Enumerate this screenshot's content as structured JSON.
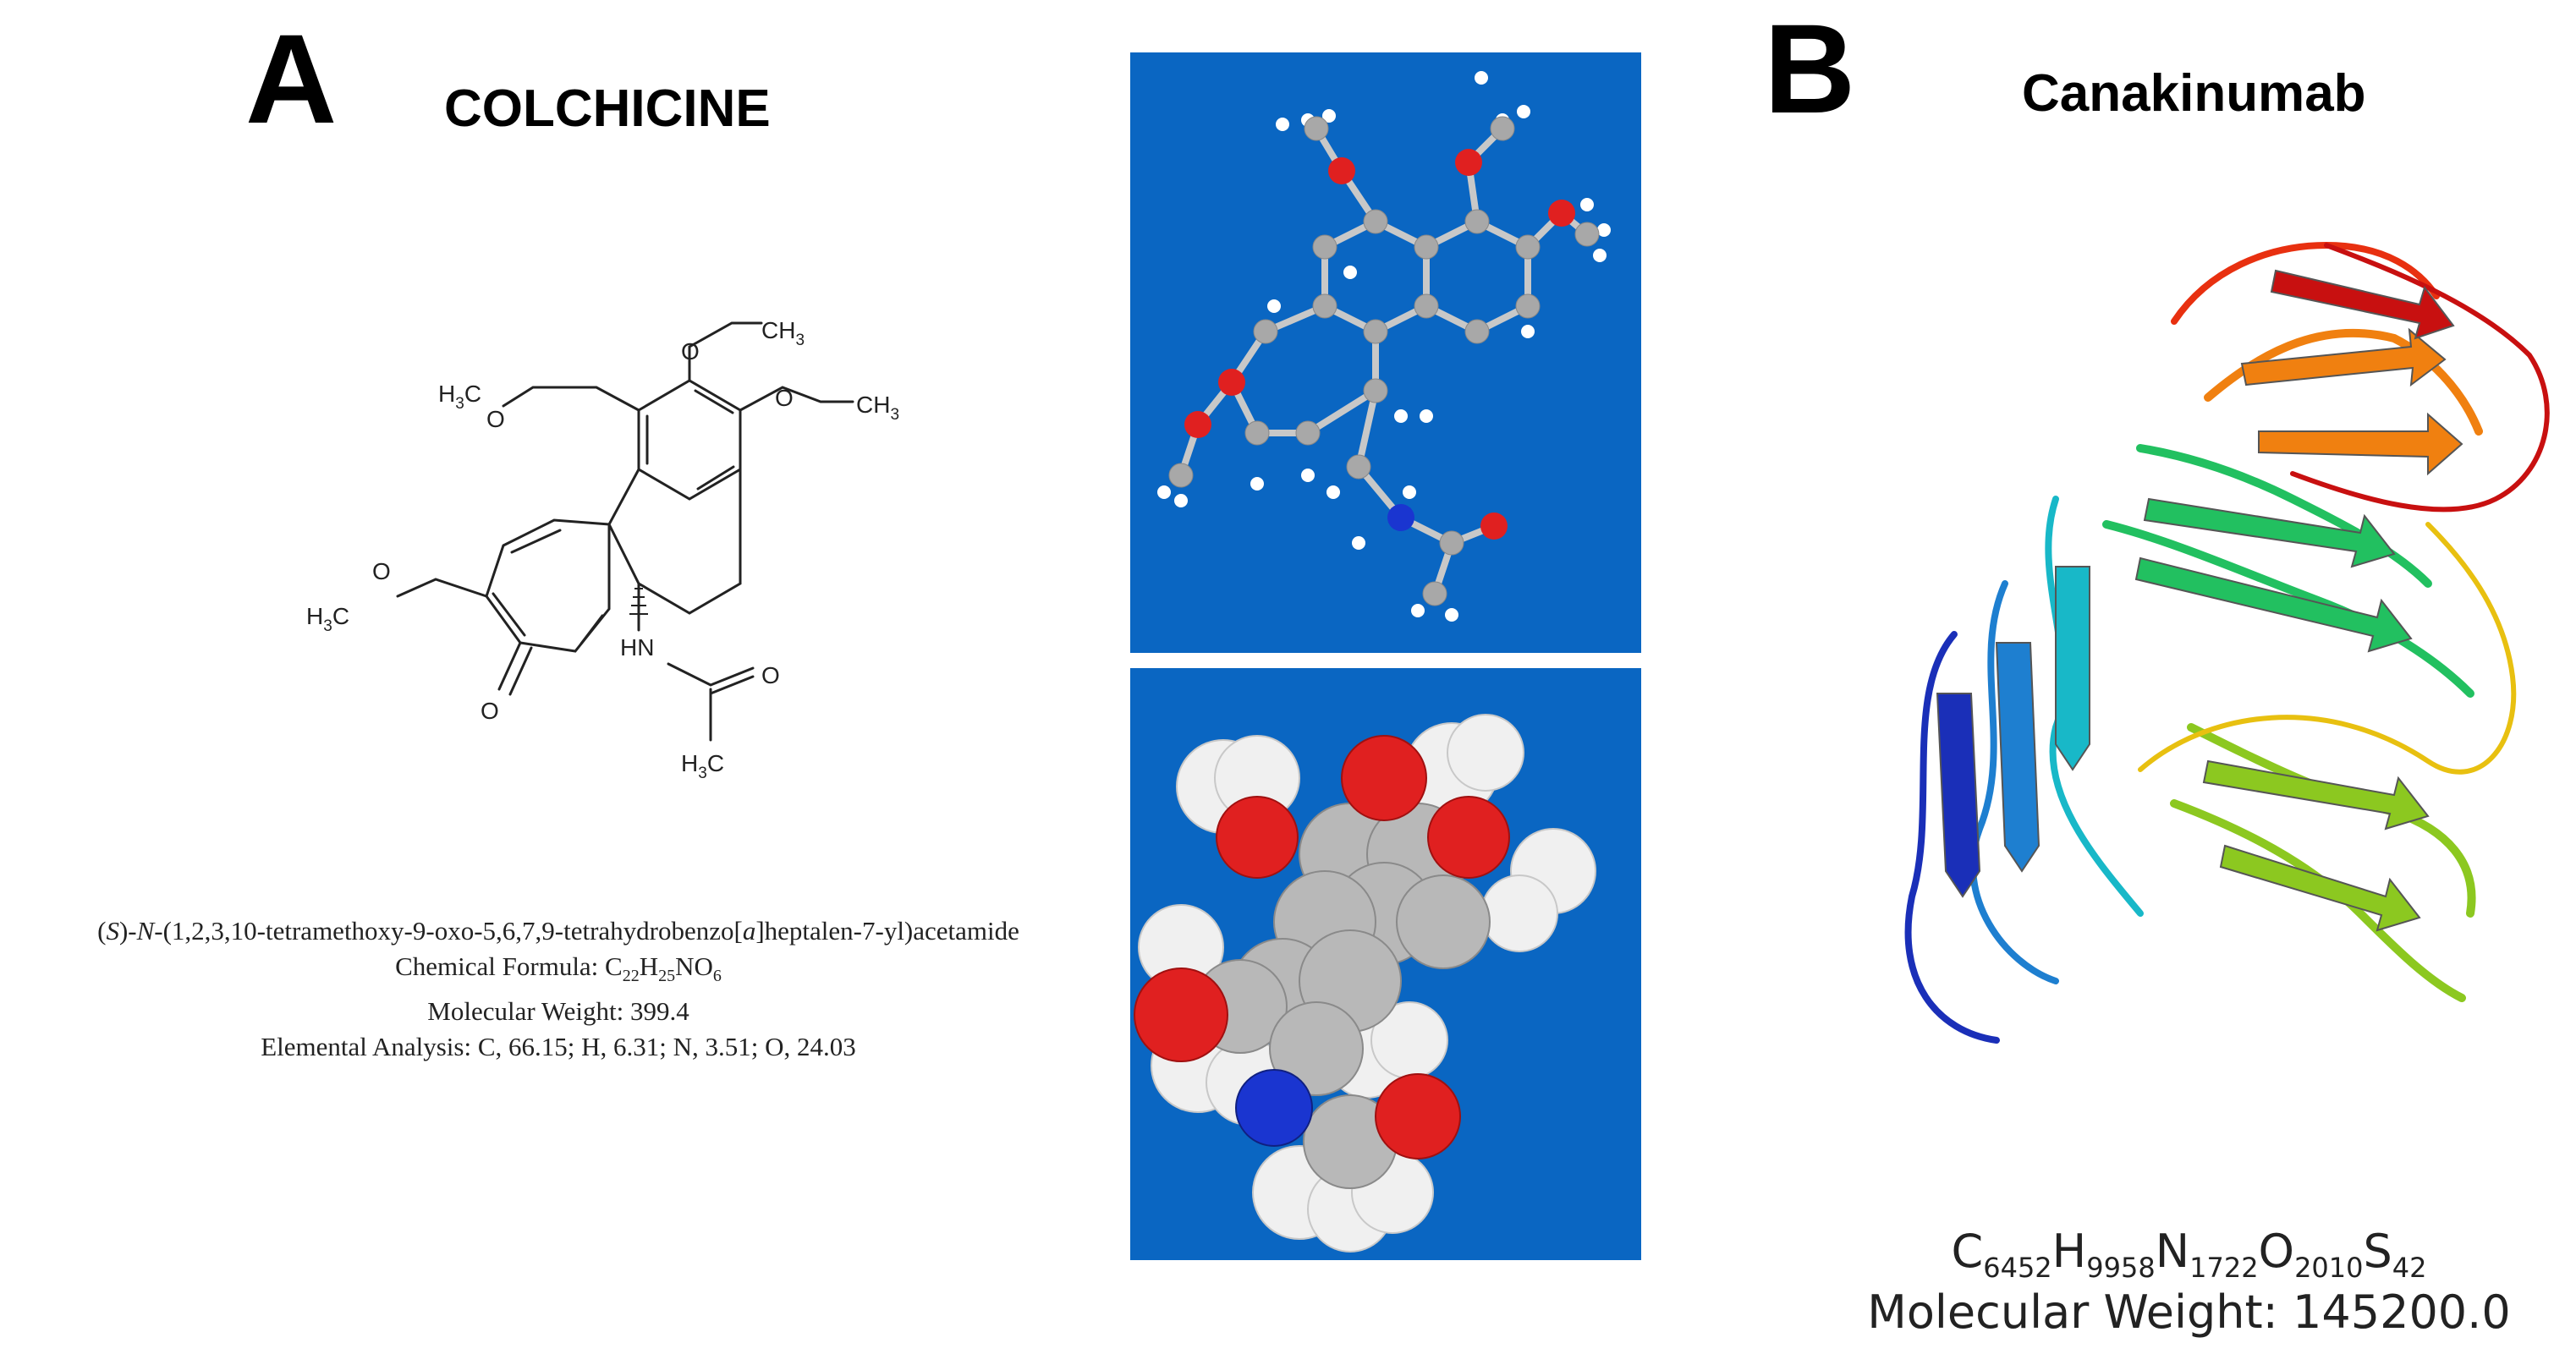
{
  "panel_a": {
    "letter": "A",
    "title": "COLCHICINE",
    "iupac_prefix_italic_s": "S",
    "iupac_prefix_italic_n": "N",
    "iupac_part1": "(",
    "iupac_part2": ")-",
    "iupac_part3": "-(1,2,3,10-tetramethoxy-9-oxo-5,6,7,9-tetrahydrobenzo[",
    "iupac_italic_a": "a",
    "iupac_part4": "]heptalen-7-yl)acetamide",
    "formula_label": "Chemical Formula: C",
    "formula_c": "22",
    "formula_h_letter": "H",
    "formula_h": "25",
    "formula_no": "NO",
    "formula_o": "6",
    "molecular_weight": "Molecular Weight: 399.4",
    "elemental_analysis": "Elemental Analysis: C, 66.15; H, 6.31; N, 3.51; O, 24.03",
    "structure_labels": {
      "ch3_top": "CH",
      "ch3_top_sub": "3",
      "ch3_right": "CH",
      "ch3_right_sub": "3",
      "h3c_left": "H",
      "h3c_left_sub": "3",
      "h3c_left_c": "C",
      "h3c_mid": "H",
      "h3c_mid_sub": "3",
      "h3c_mid_c": "C",
      "h3c_bottom": "H",
      "h3c_bottom_sub": "3",
      "h3c_bottom_c": "C",
      "o1": "O",
      "o2": "O",
      "o3": "O",
      "o4": "O",
      "o_ketone": "O",
      "o_amide": "O",
      "hn": "HN"
    }
  },
  "panel_b": {
    "letter": "B",
    "title": "Canakinumab",
    "formula_c": "C",
    "formula_c_sub": "6452",
    "formula_h": "H",
    "formula_h_sub": "9958",
    "formula_n": "N",
    "formula_n_sub": "1722",
    "formula_o": "O",
    "formula_o_sub": "2010",
    "formula_s": "S",
    "formula_s_sub": "42",
    "molecular_weight": "Molecular Weight: 145200.0"
  },
  "colors": {
    "model_background": "#0a66c2",
    "carbon": "#a8a8a8",
    "oxygen": "#e02020",
    "nitrogen": "#1a35d0",
    "hydrogen": "#f4f4f4",
    "ribbon_palette": [
      "#1a2fb8",
      "#1e7fd0",
      "#18b8c8",
      "#22c060",
      "#8cc820",
      "#e8c010",
      "#f08010",
      "#e83010",
      "#c81010"
    ]
  }
}
